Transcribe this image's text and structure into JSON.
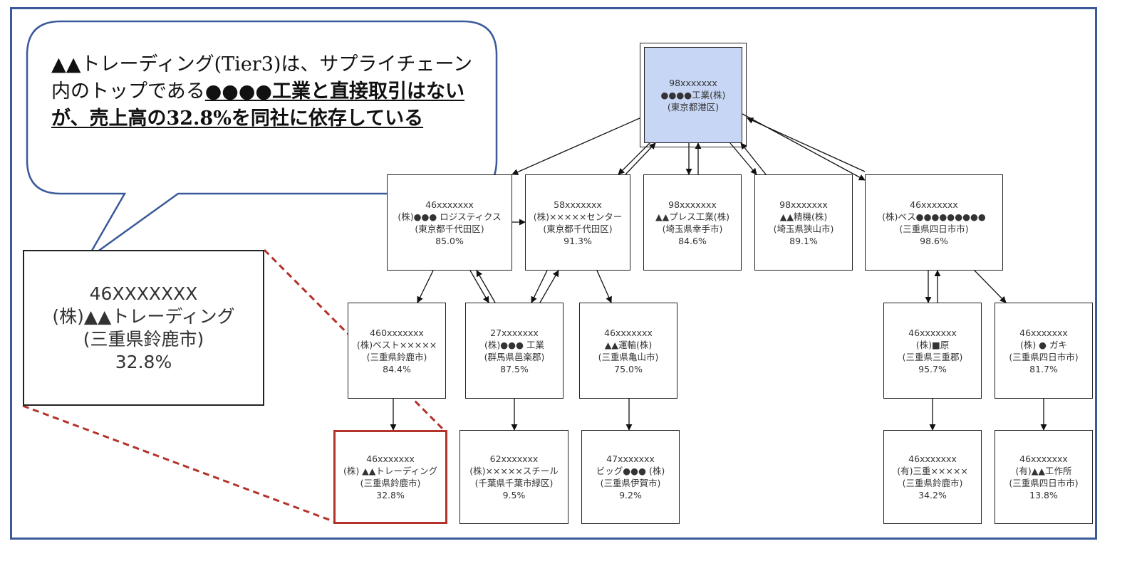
{
  "callout": {
    "plain": "▲▲トレーディング(Tier3)は、サプライチェーン内のトップである",
    "emphasis": "●●●●工業と直接取引はないが、売上高の32.8%を同社に依存している"
  },
  "zoom": {
    "id": "46XXXXXXX",
    "name": "(株)▲▲トレーディング",
    "location": "(三重県鈴鹿市)",
    "share": "32.8%"
  },
  "nodes": [
    {
      "key": "top",
      "id": "98xxxxxxx",
      "name": "●●●●工業(株)",
      "location": "(東京都港区)",
      "share": ""
    },
    {
      "key": "log",
      "id": "46xxxxxxx",
      "name": "(株)●●● ロジスティクス",
      "location": "(東京都千代田区)",
      "share": "85.0%"
    },
    {
      "key": "center",
      "id": "58xxxxxxx",
      "name": "(株)×××××センター",
      "location": "(東京都千代田区)",
      "share": "91.3%"
    },
    {
      "key": "press",
      "id": "98xxxxxxx",
      "name": "▲▲プレス工業(株)",
      "location": "(埼玉県幸手市)",
      "share": "84.6%"
    },
    {
      "key": "seiki",
      "id": "98xxxxxxx",
      "name": "▲▲精機(株)",
      "location": "(埼玉県狭山市)",
      "share": "89.1%"
    },
    {
      "key": "bes",
      "id": "46xxxxxxx",
      "name": "(株)ベス●●●●●●●●●",
      "location": "(三重県四日市市)",
      "share": "98.6%"
    },
    {
      "key": "best",
      "id": "460xxxxxxx",
      "name": "(株)ベスト×××××",
      "location": "(三重県鈴鹿市)",
      "share": "84.4%"
    },
    {
      "key": "kogyo",
      "id": "27xxxxxxx",
      "name": "(株)●●● 工業",
      "location": "(群馬県邑楽郡)",
      "share": "87.5%"
    },
    {
      "key": "unyu",
      "id": "46xxxxxxx",
      "name": "▲▲運輸(株)",
      "location": "(三重県亀山市)",
      "share": "75.0%"
    },
    {
      "key": "hara",
      "id": "46xxxxxxx",
      "name": "(株)■原",
      "location": "(三重県三重郡)",
      "share": "95.7%"
    },
    {
      "key": "gaki",
      "id": "46xxxxxxx",
      "name": "(株) ● ガキ",
      "location": "(三重県四日市市)",
      "share": "81.7%"
    },
    {
      "key": "trading",
      "id": "46xxxxxxx",
      "name": "(株) ▲▲トレーディング",
      "location": "(三重県鈴鹿市)",
      "share": "32.8%"
    },
    {
      "key": "steel",
      "id": "62xxxxxxx",
      "name": "(株)×××××スチール",
      "location": "(千葉県千葉市緑区)",
      "share": "9.5%"
    },
    {
      "key": "big",
      "id": "47xxxxxxx",
      "name": "ビッグ●●● (株)",
      "location": "(三重県伊賀市)",
      "share": "9.2%"
    },
    {
      "key": "mie",
      "id": "46xxxxxxx",
      "name": "(有)三重×××××",
      "location": "(三重県鈴鹿市)",
      "share": "34.2%"
    },
    {
      "key": "works",
      "id": "46xxxxxxx",
      "name": "(有)▲▲工作所",
      "location": "(三重県四日市市)",
      "share": "13.8%"
    }
  ],
  "colors": {
    "frame": "#3b5a9a",
    "highlight": "#b3322a",
    "top_fill": "#c7d6f5",
    "callout_border": "#3b5a9a"
  }
}
